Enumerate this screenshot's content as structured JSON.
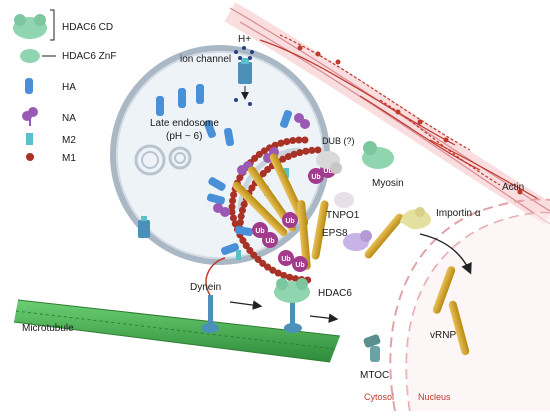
{
  "legend": {
    "items": [
      {
        "label": "HDAC6 CD",
        "icon": "hdac6-cd-icon"
      },
      {
        "label": "HDAC6 ZnF",
        "icon": "hdac6-znf-icon"
      },
      {
        "label": "HA",
        "icon": "ha-icon"
      },
      {
        "label": "NA",
        "icon": "na-icon"
      },
      {
        "label": "M2",
        "icon": "m2-icon"
      },
      {
        "label": "M1",
        "icon": "m1-icon"
      }
    ]
  },
  "labels": {
    "h_plus": "H+",
    "ion_channel": "ion channel",
    "late_endosome": "Late endosome",
    "ph": "(pH ~ 6)",
    "dub": "DUB (?)",
    "myosin": "Myosin",
    "actin": "Actin",
    "tnpo1": "TNPO1",
    "importin": "Importin α",
    "eps8": "EPS8",
    "dynein": "Dynein",
    "hdac6": "HDAC6",
    "microtubule": "Microtubule",
    "vrnp": "vRNP",
    "mtoc": "MTOC",
    "cytosol": "Cytosol",
    "nucleus": "Nucleus",
    "ub": "Ub"
  },
  "colors": {
    "hdac6": "#8fd6b0",
    "ha": "#4a90d9",
    "na": "#9b59b6",
    "m2": "#5bc0c8",
    "m1": "#a93226",
    "ub": "#a23b8c",
    "actin": "#c0392b",
    "membrane": "#aab7c4",
    "microtubule": "#3fa34d",
    "vrnp": "#d4a017"
  }
}
